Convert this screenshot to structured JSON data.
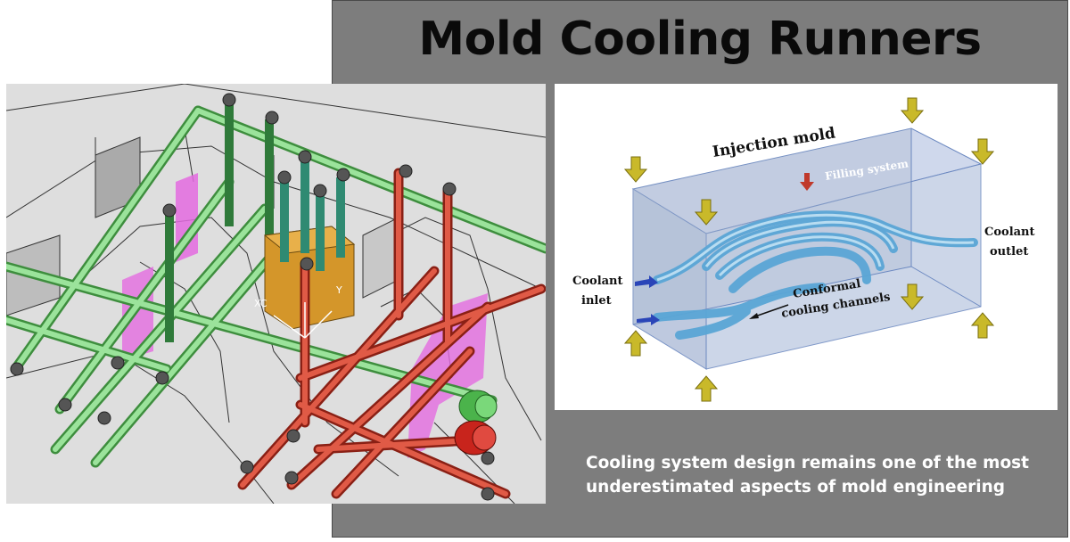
{
  "title": "Mold Cooling Runners",
  "caption": "Cooling system design remains one of the most underestimated aspects of mold engineering",
  "diagram": {
    "injection_mold": "Injection mold",
    "filling_system": "Filling system",
    "coolant_inlet_1": "Coolant",
    "coolant_inlet_2": "inlet",
    "coolant_outlet_1": "Coolant",
    "coolant_outlet_2": "outlet",
    "conformal_1": "Conformal",
    "conformal_2": "cooling channels"
  },
  "cad": {
    "axis_xc": "XC",
    "axis_yc": "Y"
  },
  "colors": {
    "panel": "#7d7d7d",
    "green_runner": "#8fd88f",
    "red_runner": "#d0402e",
    "teal_runner": "#3a9a7a",
    "orange_block": "#d4962a",
    "magenta_insert": "#e46be0"
  }
}
